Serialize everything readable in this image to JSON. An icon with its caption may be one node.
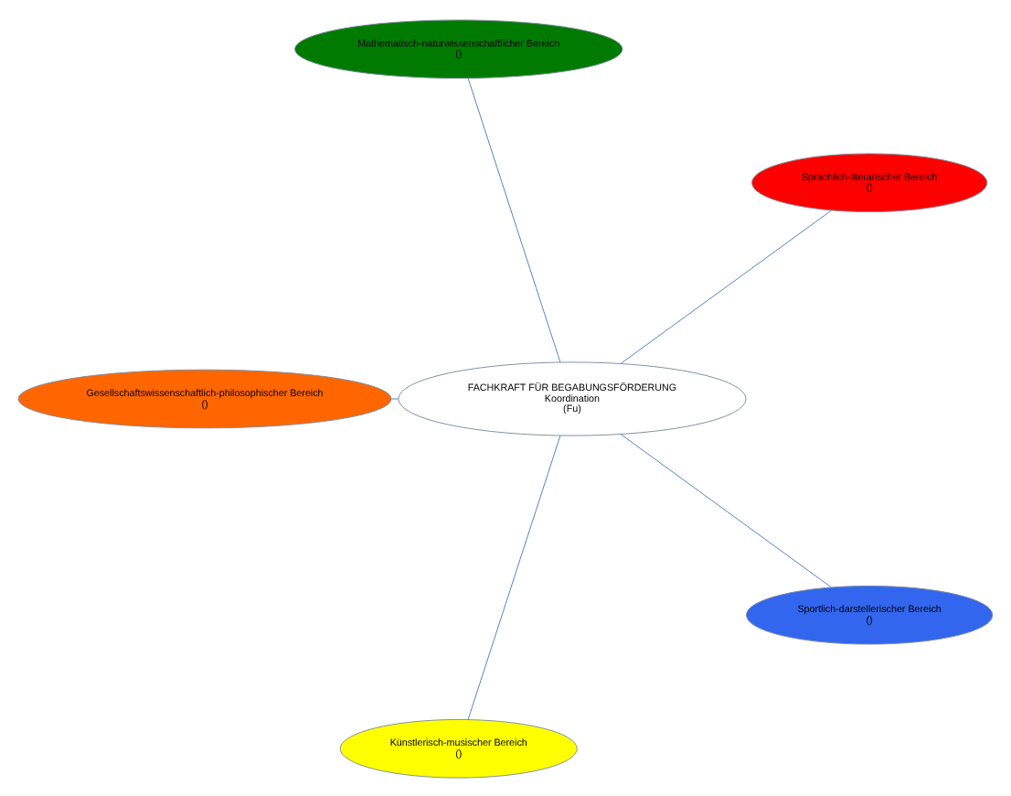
{
  "diagram": {
    "nodes": [
      {
        "text": [
          "Sprachlich-literarischer Bereich",
          "()"
        ]
      },
      {
        "text": [
          "Mathematisch-naturwissenschaftlicher Bereich",
          "()"
        ]
      },
      {
        "text": [
          "Gesellschaftswissenschaftlich-philosophischer Bereich",
          "()"
        ]
      },
      {
        "text": [
          "FACHKRAFT FÜR BEGABUNGSFÖRDERUNG",
          "Koordination",
          "(Fu)"
        ]
      },
      {
        "text": [
          "Künstlerisch-musischer Bereich",
          "()"
        ]
      },
      {
        "text": [
          "Sportlich-darstellerischer Bereich",
          "()"
        ]
      }
    ],
    "edges": [
      {
        "from": 3,
        "to": 0,
        "arrow": "none"
      },
      {
        "from": 3,
        "to": 1,
        "arrow": "none"
      },
      {
        "from": 3,
        "to": 2,
        "arrow": "none"
      },
      {
        "from": 3,
        "to": 4,
        "arrow": "none"
      },
      {
        "from": 3,
        "to": 5,
        "arrow": "none"
      }
    ]
  }
}
